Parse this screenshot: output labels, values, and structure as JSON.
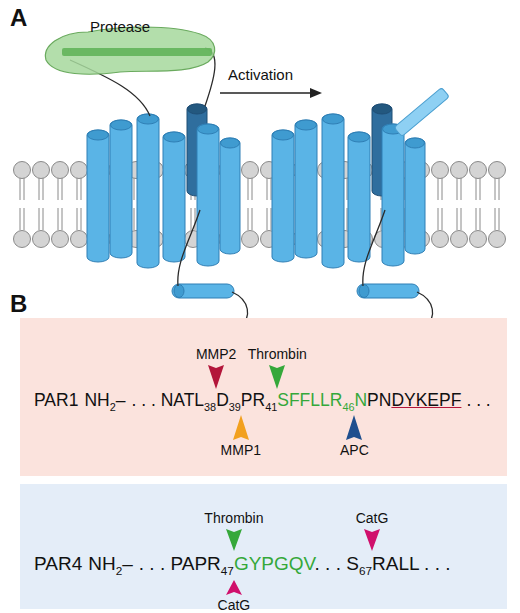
{
  "diagram": {
    "nodes": [
      {
        "text": [
          "Protease"
        ]
      },
      {
        "text": [
          "PAR1",
          "NH",
          "2",
          "–",
          ". . . NATL",
          "38",
          "D",
          "39",
          "PR",
          "41",
          "SFFLLR",
          "46",
          "N",
          "PN",
          "DYKEPF",
          ". . .",
          "MMP2",
          "Thrombin",
          "MMP1",
          "APC"
        ]
      },
      {
        "text": [
          "PAR4",
          "NH",
          "2",
          "–",
          ". . . PAPR",
          "47",
          "GYPGQV",
          ". . . S",
          "67",
          "RALL . . .",
          "Thrombin",
          "CatG",
          "CatG"
        ]
      }
    ],
    "labels": [
      "A",
      "Activation",
      "B"
    ]
  }
}
